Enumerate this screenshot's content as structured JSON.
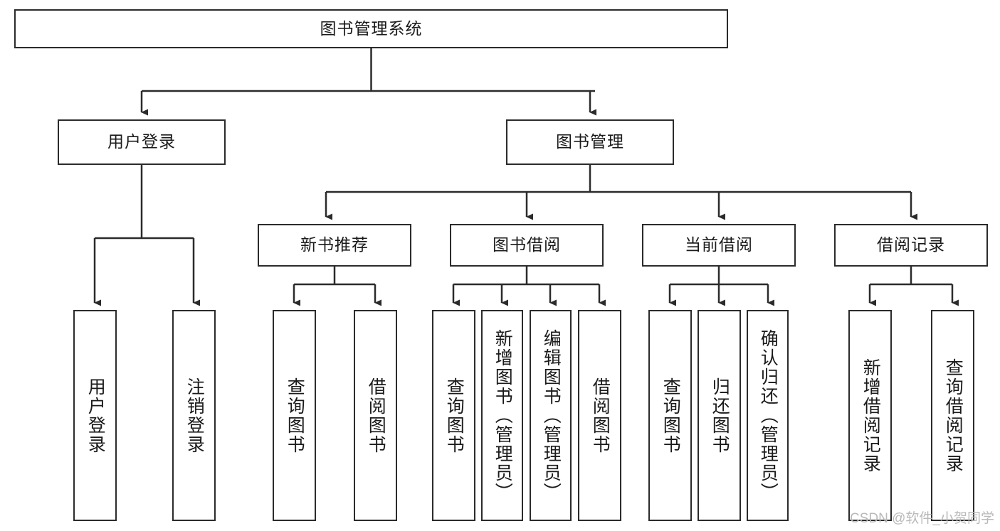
{
  "diagram": {
    "type": "tree-hierarchy",
    "orientation": "top-down",
    "title": "图书管理系统",
    "line_color": "#2b2b2b",
    "box_border_color": "#2b2b2b",
    "box_fill_color": "#ffffff",
    "text_color": "#1a1a1a",
    "watermark_color": "#b9b9b9"
  },
  "watermark": {
    "text": "CSDN @软件_小贺同学"
  },
  "nodes": {
    "root": {
      "label": "图书管理系统"
    },
    "level2": [
      {
        "label": "用户登录"
      },
      {
        "label": "图书管理"
      }
    ],
    "level3": [
      {
        "label": "新书推荐"
      },
      {
        "label": "图书借阅"
      },
      {
        "label": "当前借阅"
      },
      {
        "label": "借阅记录"
      }
    ],
    "leaves_user_login": [
      {
        "label": "用户登录"
      },
      {
        "label": "注销登录"
      }
    ],
    "leaves_new_book": [
      {
        "label": "查询图书"
      },
      {
        "label": "借阅图书"
      }
    ],
    "leaves_borrow": [
      {
        "label": "查询图书"
      },
      {
        "label": "新增图书（管理员）"
      },
      {
        "label": "编辑图书（管理员）"
      },
      {
        "label": "借阅图书"
      }
    ],
    "leaves_current": [
      {
        "label": "查询图书"
      },
      {
        "label": "归还图书"
      },
      {
        "label": "确认归还（管理员）"
      }
    ],
    "leaves_record": [
      {
        "label": "新增借阅记录"
      },
      {
        "label": "查询借阅记录"
      }
    ]
  }
}
